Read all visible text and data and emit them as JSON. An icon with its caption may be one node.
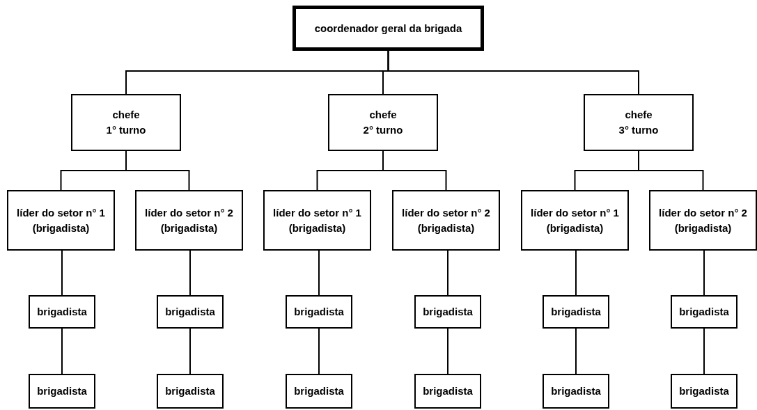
{
  "diagram": {
    "nodes": [
      {
        "text": [
          "coordenador geral da brigada"
        ]
      },
      {
        "text": [
          "chefe",
          "1° turno"
        ]
      },
      {
        "text": [
          "chefe",
          "2° turno"
        ]
      },
      {
        "text": [
          "chefe",
          "3° turno"
        ]
      },
      {
        "text": [
          "líder do setor n° 1",
          "(brigadista)"
        ]
      },
      {
        "text": [
          "líder do setor n° 2",
          "(brigadista)"
        ]
      },
      {
        "text": [
          "líder do setor n° 1",
          "(brigadista)"
        ]
      },
      {
        "text": [
          "líder do setor n° 2",
          "(brigadista)"
        ]
      },
      {
        "text": [
          "líder do setor n° 1",
          "(brigadista)"
        ]
      },
      {
        "text": [
          "líder do setor n° 2",
          "(brigadista)"
        ]
      },
      {
        "text": [
          "brigadista"
        ]
      },
      {
        "text": [
          "brigadista"
        ]
      },
      {
        "text": [
          "brigadista"
        ]
      },
      {
        "text": [
          "brigadista"
        ]
      },
      {
        "text": [
          "brigadista"
        ]
      },
      {
        "text": [
          "brigadista"
        ]
      },
      {
        "text": [
          "brigadista"
        ]
      },
      {
        "text": [
          "brigadista"
        ]
      },
      {
        "text": [
          "brigadista"
        ]
      },
      {
        "text": [
          "brigadista"
        ]
      },
      {
        "text": [
          "brigadista"
        ]
      },
      {
        "text": [
          "brigadista"
        ]
      }
    ],
    "edges": [
      {
        "from": 0,
        "to": 1,
        "arrow": "none"
      },
      {
        "from": 0,
        "to": 2,
        "arrow": "none"
      },
      {
        "from": 0,
        "to": 3,
        "arrow": "none"
      },
      {
        "from": 1,
        "to": 4,
        "arrow": "none"
      },
      {
        "from": 1,
        "to": 5,
        "arrow": "none"
      },
      {
        "from": 2,
        "to": 6,
        "arrow": "none"
      },
      {
        "from": 2,
        "to": 7,
        "arrow": "none"
      },
      {
        "from": 3,
        "to": 8,
        "arrow": "none"
      },
      {
        "from": 3,
        "to": 9,
        "arrow": "none"
      },
      {
        "from": 4,
        "to": 10,
        "arrow": "none"
      },
      {
        "from": 5,
        "to": 11,
        "arrow": "none"
      },
      {
        "from": 6,
        "to": 12,
        "arrow": "none"
      },
      {
        "from": 7,
        "to": 13,
        "arrow": "none"
      },
      {
        "from": 8,
        "to": 14,
        "arrow": "none"
      },
      {
        "from": 9,
        "to": 15,
        "arrow": "none"
      },
      {
        "from": 10,
        "to": 16,
        "arrow": "none"
      },
      {
        "from": 11,
        "to": 17,
        "arrow": "none"
      },
      {
        "from": 12,
        "to": 18,
        "arrow": "none"
      },
      {
        "from": 13,
        "to": 19,
        "arrow": "none"
      },
      {
        "from": 14,
        "to": 20,
        "arrow": "none"
      },
      {
        "from": 15,
        "to": 21,
        "arrow": "none"
      }
    ]
  }
}
